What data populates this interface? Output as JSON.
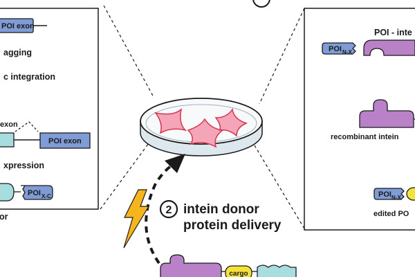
{
  "colors": {
    "blue_box": "#7f9cd6",
    "cyan_box": "#a8dde0",
    "purple": "#b982c8",
    "yellow": "#f4e23a",
    "cell_fill": "#f4a6b8",
    "cell_stroke": "#d5354f",
    "lightning": "#f6b51c",
    "line": "#1a1a1a"
  },
  "left_panel": {
    "poi_exon_top": "POI exon",
    "tagging_text": "agging",
    "integration_text": "c integration",
    "exon_fragment": "exon",
    "poi_exon_bottom": "POI exon",
    "expression_text": "xpression",
    "poi_xc_main": "POI",
    "poi_xc_sub": "X-C",
    "or_text": "or"
  },
  "right_panel": {
    "poi_inte_label": "POI - inte",
    "poi_nx_main": "POI",
    "poi_nx_sub": "N-X",
    "recombinant_label": "recombinant intein",
    "edited_label": "edited PO",
    "edited_poi_main": "POI",
    "edited_poi_sub": "N-X"
  },
  "step2": {
    "number": "2",
    "line1": "intein donor",
    "line2": "protein delivery"
  },
  "bottom_construct": {
    "cargo_label": "cargo"
  }
}
